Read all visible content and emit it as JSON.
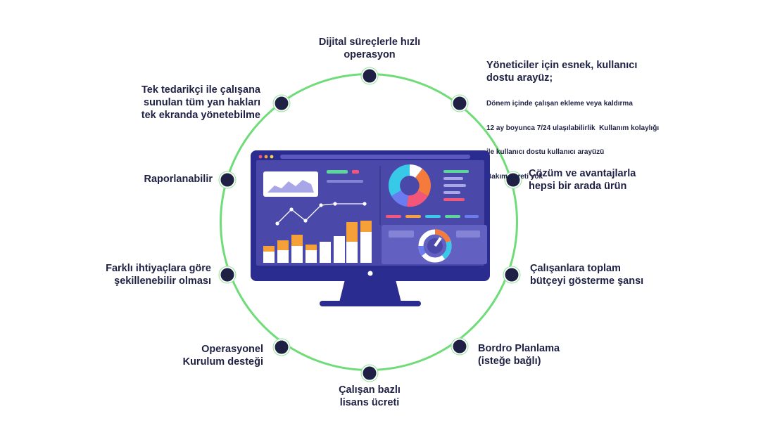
{
  "labels": {
    "top": [
      "Dijital süreçlerle hızlı",
      "operasyon"
    ],
    "top_right": {
      "title": [
        "Yöneticiler için esnek, kullanıcı",
        "dostu arayüz;"
      ],
      "details": [
        "Dönem içinde çalışan ekleme veya kaldırma",
        "12 ay boyunca 7/24 ulaşılabilirlik  Kullanım kolaylığı",
        "ile kullanıcı dostu kullanıcı arayüzü",
        "Bakım ücreti yok"
      ]
    },
    "right_upper": [
      "Çözüm ve avantajlarla",
      "hepsi bir arada ürün"
    ],
    "right_lower": [
      "Çalışanlara toplam",
      "bütçeyi gösterme şansı"
    ],
    "bottom_right": [
      "Bordro Planlama",
      "(isteğe bağlı)"
    ],
    "bottom": [
      "Çalışan bazlı",
      "lisans ücreti"
    ],
    "bottom_left": [
      "Operasyonel",
      "Kurulum desteği"
    ],
    "left_lower": [
      "Farklı ihtiyaçlara göre",
      "şekillenebilir olması"
    ],
    "left_upper": [
      "Raporlanabilir"
    ],
    "top_left": [
      "Tek tedarikçi ile çalışana",
      "sunulan tüm yan hakları",
      "tek ekranda yönetebilme"
    ]
  },
  "colors": {
    "ring": "#6fdc79",
    "dot": "#1f2144",
    "text": "#1f2144",
    "monitor_frame": "#2b2c8f",
    "screen": "#4a48a8",
    "accent_orange": "#f6a03a",
    "accent_cyan": "#38c9e8",
    "accent_pink": "#f2577a"
  },
  "icons": {
    "center": "dashboard-monitor-illustration"
  }
}
